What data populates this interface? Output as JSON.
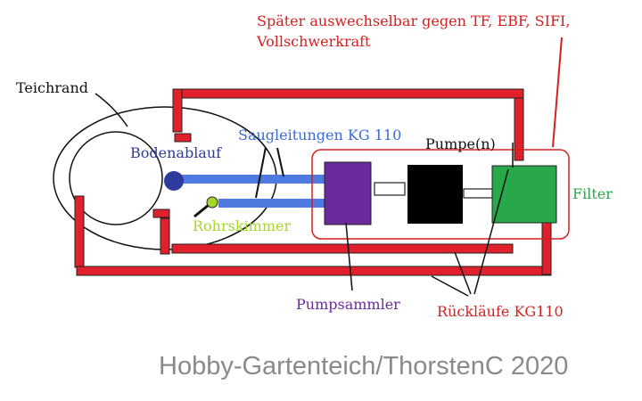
{
  "labels": {
    "replaceable_note_line1": "Später auswechselbar gegen TF, EBF, SIFI,",
    "replaceable_note_line2": "Vollschwerkraft",
    "pond_edge": "Teichrand",
    "bottom_drain": "Bodenablauf",
    "suction_lines": "Saugleitungen KG 110",
    "pumps": "Pumpe(n)",
    "filter": "Filter",
    "skimmer": "Rohrskimmer",
    "pump_collector": "Pumpsammler",
    "return_lines": "Rückläufe KG110",
    "credit": "Hobby-Gartenteich/ThorstenC 2020"
  },
  "colors": {
    "pipe_red": "#e0202a",
    "suction_blue": "#4f7be0",
    "drain_navy": "#2e3b9c",
    "skimmer_green": "#a6d62a",
    "collector_purple": "#6a2a9c",
    "pump_black": "#000000",
    "filter_green": "#28a84a",
    "label_red": "#d42020",
    "label_blue": "#3a6ad8",
    "credit_gray": "#8a8a8a"
  }
}
